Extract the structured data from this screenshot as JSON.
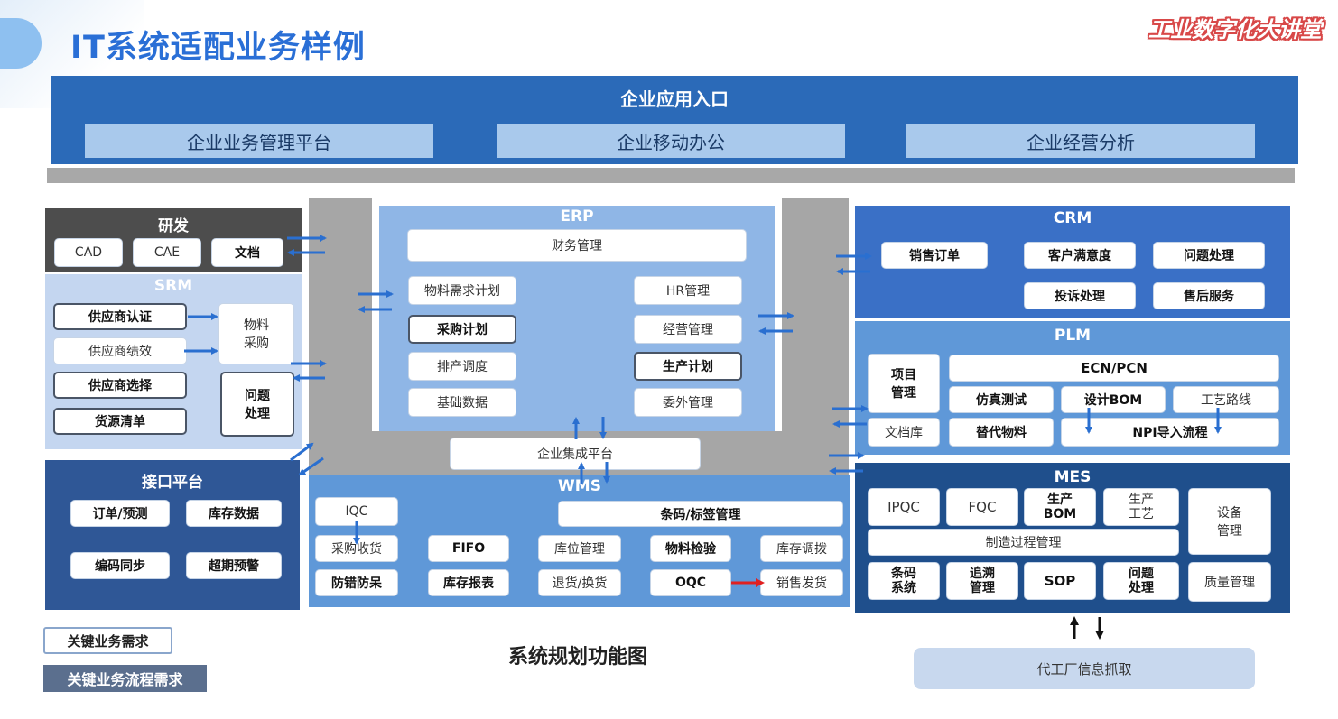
{
  "header": {
    "title": "IT系统适配业务样例",
    "logo": "工业数字化大讲堂"
  },
  "entry": {
    "title": "企业应用入口",
    "platforms": [
      "企业业务管理平台",
      "企业移动办公",
      "企业经营分析"
    ]
  },
  "rd": {
    "title": "研发",
    "items": [
      "CAD",
      "CAE",
      "文档"
    ]
  },
  "srm": {
    "title": "SRM",
    "left_items": [
      "供应商认证",
      "供应商绩效",
      "供应商选择",
      "货源清单"
    ],
    "procure": "物料\n采购",
    "issue": "问题\n处理"
  },
  "interface": {
    "title": "接口平台",
    "items": [
      "订单/预测",
      "库存数据",
      "编码同步",
      "超期预警"
    ]
  },
  "erp": {
    "title": "ERP",
    "finance": "财务管理",
    "left": [
      "物料需求计划",
      "采购计划",
      "排产调度",
      "基础数据"
    ],
    "right": [
      "HR管理",
      "经营管理",
      "生产计划",
      "委外管理"
    ]
  },
  "integration": {
    "label": "企业集成平台"
  },
  "wms": {
    "title": "WMS",
    "iqc": "IQC",
    "barcode": "条码/标签管理",
    "row2": [
      "采购收货",
      "FIFO",
      "库位管理",
      "物料检验",
      "库存调拨"
    ],
    "row3": [
      "防错防呆",
      "库存报表",
      "退货/换货",
      "OQC",
      "销售发货"
    ]
  },
  "crm": {
    "title": "CRM",
    "items": [
      "销售订单",
      "客户满意度",
      "问题处理",
      "投诉处理",
      "售后服务"
    ]
  },
  "plm": {
    "title": "PLM",
    "project": "项目\n管理",
    "ecn": "ECN/PCN",
    "row2": [
      "仿真测试",
      "设计BOM",
      "工艺路线"
    ],
    "doclib": "文档库",
    "substitute": "替代物料",
    "npi": "NPI导入流程"
  },
  "mes": {
    "title": "MES",
    "top": [
      "IPQC",
      "FQC",
      "生产\nBOM",
      "生产\n工艺"
    ],
    "equipment": "设备\n管理",
    "process": "制造过程管理",
    "bottom": [
      "条码\n系统",
      "追溯\n管理",
      "SOP",
      "问题\n处理"
    ],
    "quality": "质量管理"
  },
  "legend": {
    "key_req": "关键业务需求",
    "key_flow": "关键业务流程需求"
  },
  "caption": "系统规划功能图",
  "factory": "代工厂信息抓取",
  "colors": {
    "title": "#2a6fd6",
    "entry": "#2b6ab8",
    "erp": "#8fb6e6",
    "crm": "#3a70c6",
    "plm": "#5f98d8",
    "mes": "#1f4f8c",
    "arrow": "#2a6fd0",
    "oqc_arrow": "#e02020"
  }
}
